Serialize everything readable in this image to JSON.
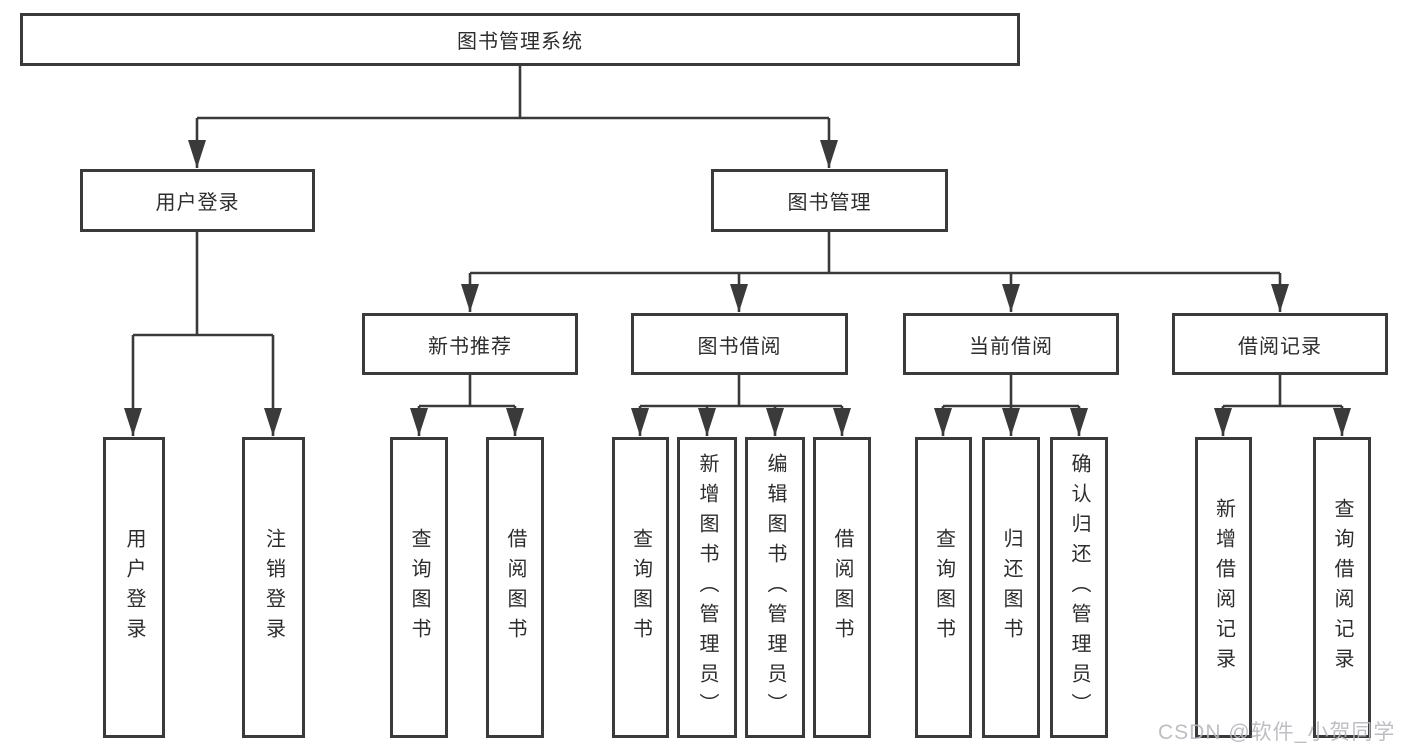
{
  "diagram": {
    "root": "图书管理系统",
    "children": [
      {
        "label": "用户登录",
        "children": [
          {
            "label": "用户登录"
          },
          {
            "label": "注销登录"
          }
        ]
      },
      {
        "label": "图书管理",
        "children": [
          {
            "label": "新书推荐",
            "children": [
              {
                "label": "查询图书"
              },
              {
                "label": "借阅图书"
              }
            ]
          },
          {
            "label": "图书借阅",
            "children": [
              {
                "label": "查询图书"
              },
              {
                "label": "新增图书（管理员）"
              },
              {
                "label": "编辑图书（管理员）"
              },
              {
                "label": "借阅图书"
              }
            ]
          },
          {
            "label": "当前借阅",
            "children": [
              {
                "label": "查询图书"
              },
              {
                "label": "归还图书"
              },
              {
                "label": "确认归还（管理员）"
              }
            ]
          },
          {
            "label": "借阅记录",
            "children": [
              {
                "label": "新增借阅记录"
              },
              {
                "label": "查询借阅记录"
              }
            ]
          }
        ]
      }
    ]
  },
  "watermark": "CSDN @软件_小贺同学",
  "colors": {
    "line": "#3a3a3a",
    "text": "#2d2d2d",
    "watermark": "#b7b7be",
    "background": "#ffffff"
  }
}
